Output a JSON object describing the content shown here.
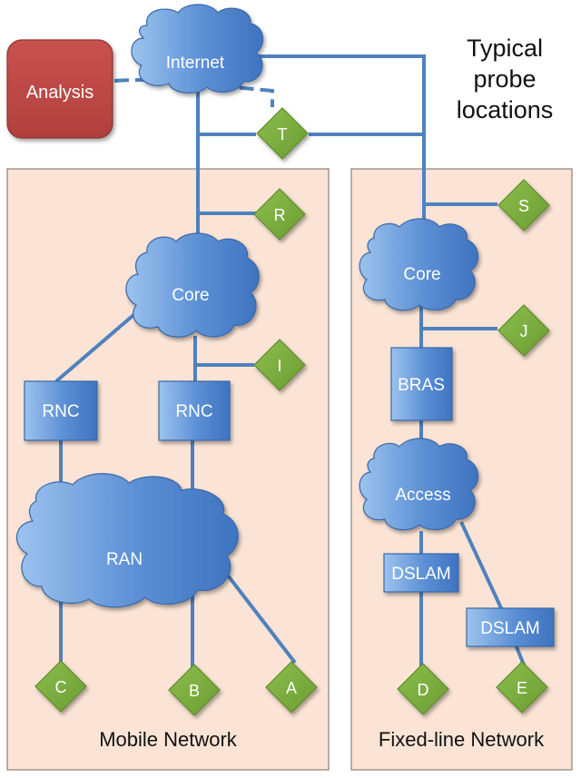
{
  "title": [
    "Typical",
    "probe",
    "locations"
  ],
  "regions": {
    "mobile": "Mobile Network",
    "fixed": "Fixed-line Network"
  },
  "analysis": "Analysis",
  "clouds": {
    "internet": "Internet",
    "core_mobile": "Core",
    "ran": "RAN",
    "core_fixed": "Core",
    "access": "Access"
  },
  "boxes": {
    "rnc_left": "RNC",
    "rnc_right": "RNC",
    "bras": "BRAS",
    "dslam1": "DSLAM",
    "dslam2": "DSLAM"
  },
  "probes": {
    "t": "T",
    "r": "R",
    "i": "I",
    "s": "S",
    "j": "J",
    "c": "C",
    "b": "B",
    "a": "A",
    "d": "D",
    "e": "E"
  },
  "colors": {
    "region_fill": "#FBE4D5",
    "link": "#4F81BD",
    "node_fill": "#4F81BD",
    "probe_fill": "#77A93C",
    "analysis_fill": "#C0504D"
  }
}
